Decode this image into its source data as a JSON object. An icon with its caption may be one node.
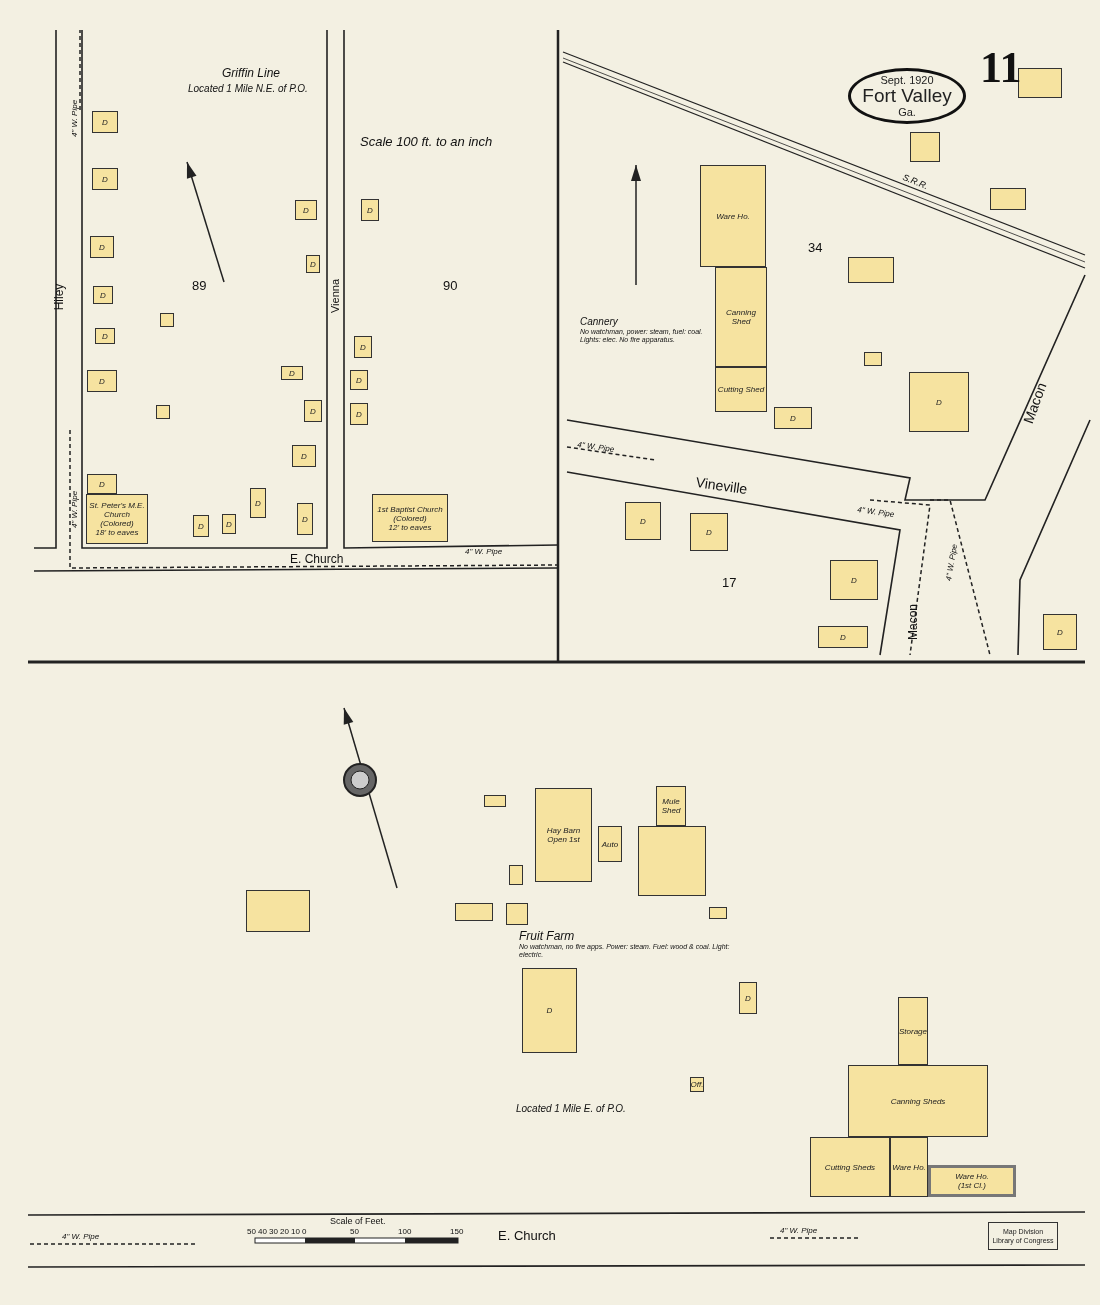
{
  "diagram": {
    "nodes": [
      {
        "text": [
          "Sept. 1920",
          "Fort Valley",
          "Ga."
        ]
      },
      {
        "text": [
          "Ware Ho."
        ]
      },
      {
        "text": [
          "Canning Shed"
        ]
      },
      {
        "text": [
          "Cutting Shed"
        ]
      },
      {
        "text": [
          "St. Peter's M.E. Church",
          "(Colored)",
          "18' to eaves"
        ]
      },
      {
        "text": [
          "1st Baptist Church",
          "(Colored)",
          "12' to eaves"
        ]
      },
      {
        "text": [
          "Hay Barn",
          "Open 1st"
        ]
      },
      {
        "text": [
          "Auto"
        ]
      },
      {
        "text": [
          "Mule Shed"
        ]
      },
      {
        "text": [
          "Off."
        ]
      },
      {
        "text": [
          "Storage"
        ]
      },
      {
        "text": [
          "Canning Sheds"
        ]
      },
      {
        "text": [
          "Cutting Sheds"
        ]
      },
      {
        "text": [
          "Ware Ho."
        ]
      },
      {
        "text": [
          "Ware Ho.",
          "(1st Cl.)"
        ]
      },
      {
        "text": [
          "Map Division",
          "Library of Congress"
        ]
      },
      {
        "text": [
          "D"
        ]
      },
      {
        "text": [
          "D"
        ]
      },
      {
        "text": [
          "D"
        ]
      },
      {
        "text": [
          "D"
        ]
      },
      {
        "text": [
          "D"
        ]
      },
      {
        "text": [
          "D"
        ]
      },
      {
        "text": [
          "D"
        ]
      },
      {
        "text": [
          "D"
        ]
      },
      {
        "text": [
          "D"
        ]
      },
      {
        "text": [
          "D"
        ]
      },
      {
        "text": [
          "D"
        ]
      },
      {
        "text": [
          "D"
        ]
      },
      {
        "text": [
          "D"
        ]
      },
      {
        "text": [
          "D"
        ]
      },
      {
        "text": [
          "D"
        ]
      },
      {
        "text": [
          "D"
        ]
      },
      {
        "text": [
          "D"
        ]
      },
      {
        "text": [
          "D"
        ]
      },
      {
        "text": [
          "D"
        ]
      },
      {
        "text": [
          "D"
        ]
      },
      {
        "text": [
          "D"
        ]
      },
      {
        "text": [
          "D"
        ]
      },
      {
        "text": [
          "D"
        ]
      },
      {
        "text": [
          "D"
        ]
      },
      {
        "text": [
          "D"
        ]
      },
      {
        "text": [
          "D"
        ]
      },
      {
        "text": [
          "D"
        ]
      },
      {
        "text": [
          "D"
        ]
      },
      {
        "text": [
          "D"
        ]
      },
      {
        "text": [],
        "shape": "box"
      },
      {
        "text": [],
        "shape": "box"
      },
      {
        "text": [],
        "shape": "box"
      },
      {
        "text": [],
        "shape": "box"
      },
      {
        "text": [],
        "shape": "box"
      },
      {
        "text": [],
        "shape": "box"
      },
      {
        "text": [],
        "shape": "box"
      },
      {
        "text": [],
        "shape": "box"
      },
      {
        "text": [],
        "shape": "box"
      },
      {
        "text": [],
        "shape": "box"
      },
      {
        "text": [],
        "shape": "box"
      },
      {
        "text": [],
        "shape": "box"
      },
      {
        "text": [],
        "shape": "box"
      },
      {
        "text": [],
        "shape": "box"
      }
    ],
    "labels": [
      "11",
      "Griffin Line",
      "Located 1 Mile N.E. of P.O.",
      "Scale 100 ft. to an inch",
      "89",
      "90",
      "Hiley",
      "Vienna",
      "E. Church",
      "4\" W. Pipe",
      "4\" W. Pipe",
      "4\" W. Pipe",
      "S.R.R.",
      "34",
      "Cannery",
      "No watchman, power: steam, fuel: coal. Lights: elec. No fire apparatus.",
      "4\" W. Pipe",
      "Vineville",
      "Macon",
      "4\" W. Pipe",
      "4\" W. Pipe",
      "Macon",
      "17",
      "Fruit Farm",
      "No watchman, no fire apps. Power: steam. Fuel: wood & coal. Light: electric.",
      "Located 1 Mile E. of P.O.",
      "4\" W. Pipe",
      "Scale of Feet.",
      "50",
      "40",
      "30",
      "20",
      "10",
      "0",
      "50",
      "100",
      "150",
      "E. Church",
      "4\" W. Pipe"
    ]
  }
}
